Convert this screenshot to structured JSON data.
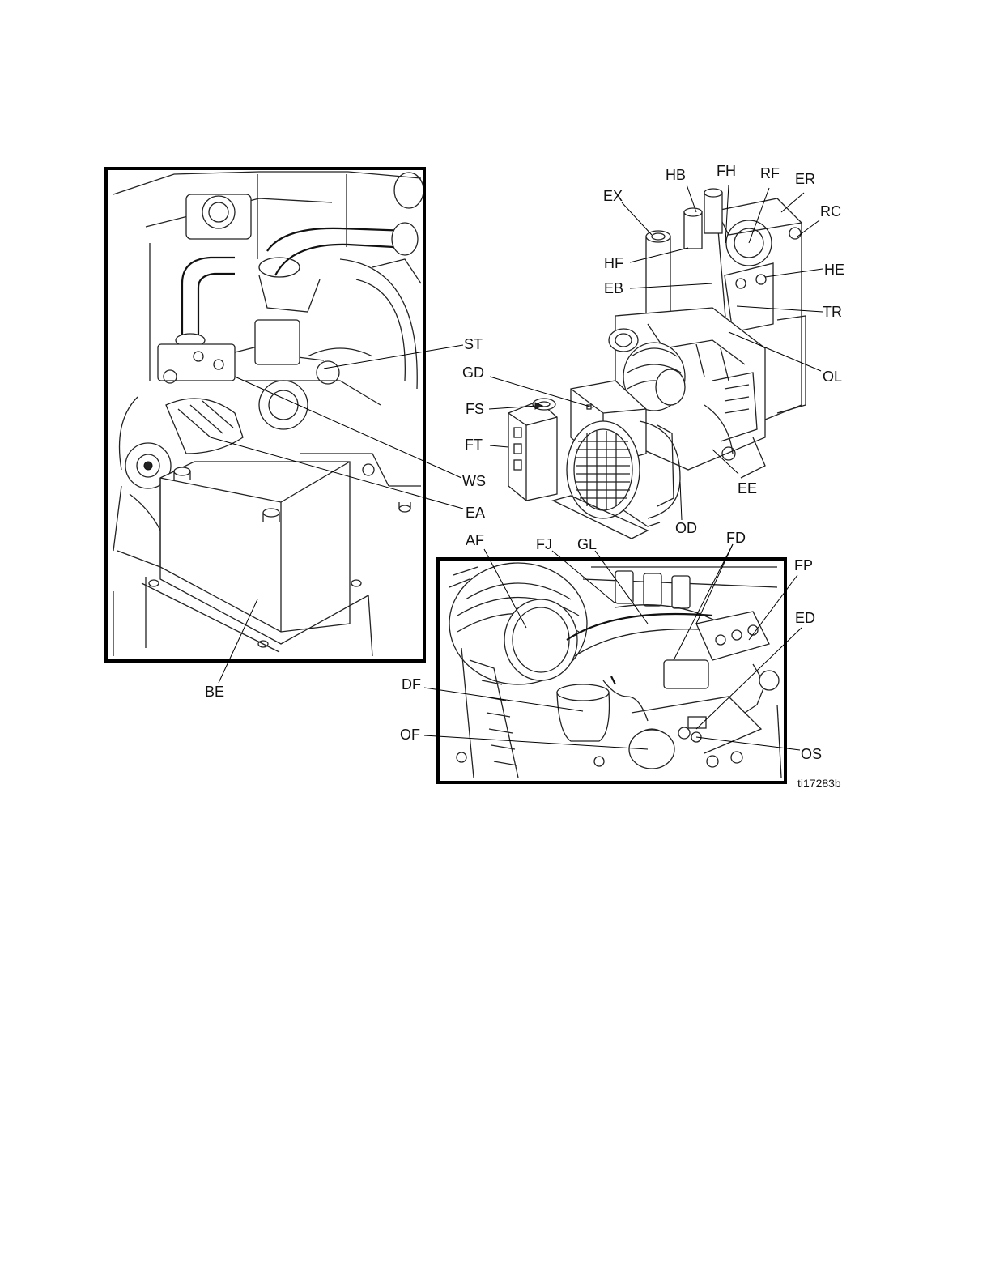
{
  "figure_id": "ti17283b",
  "callouts": {
    "ST": "ST",
    "GD": "GD",
    "FS": "FS",
    "FT": "FT",
    "WS": "WS",
    "EA": "EA",
    "BE": "BE",
    "EX": "EX",
    "HB": "HB",
    "FH": "FH",
    "RF": "RF",
    "ER": "ER",
    "RC": "RC",
    "HF": "HF",
    "HE": "HE",
    "EB": "EB",
    "TR": "TR",
    "OL": "OL",
    "EE": "EE",
    "OD": "OD",
    "AF": "AF",
    "FJ": "FJ",
    "GL": "GL",
    "FD": "FD",
    "FP": "FP",
    "ED": "ED",
    "DF": "DF",
    "OF": "OF",
    "OS": "OS"
  }
}
